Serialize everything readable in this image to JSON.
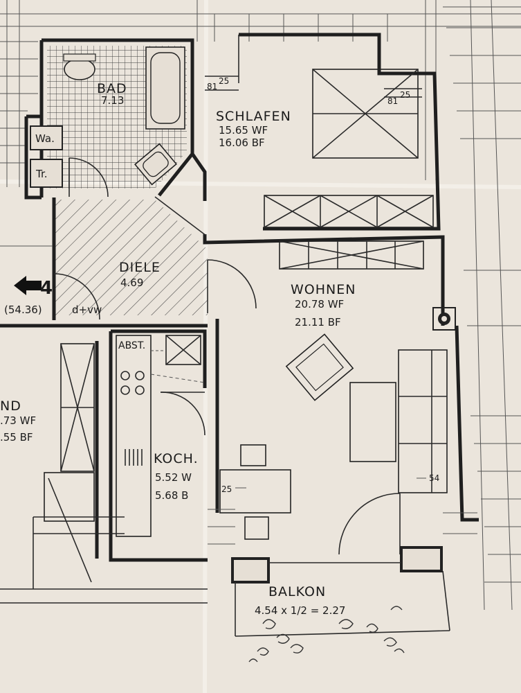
{
  "rooms": {
    "bad": {
      "name": "BAD",
      "area": "7.13"
    },
    "schlafen": {
      "name": "SCHLAFEN",
      "wf": "15.65  WF",
      "bf": "16.06  BF"
    },
    "diele": {
      "name": "DIELE",
      "area": "4.69"
    },
    "wohnen": {
      "name": "WOHNEN",
      "wf": "20.78  WF",
      "bf": "21.11  BF"
    },
    "koch": {
      "name": "KOCH.",
      "w": "5.52  W",
      "b": "5.68  B"
    },
    "balkon": {
      "name": "BALKON",
      "formula": "4.54 x 1/2 = 2.27"
    },
    "kind": {
      "name": "ND",
      "wf": ".73  WF",
      "bf": ".55  BF"
    }
  },
  "fixtures": {
    "wa": "Wa.",
    "tr": "Tr.",
    "abst": "ABST."
  },
  "dimensions": {
    "d1": "81",
    "d1_sup": "25",
    "d2": "81",
    "d2_sup": "25",
    "d3": "25",
    "d4": "54"
  },
  "unit": {
    "number": "4",
    "total": "(54.36)",
    "door_note": "d+vw"
  }
}
